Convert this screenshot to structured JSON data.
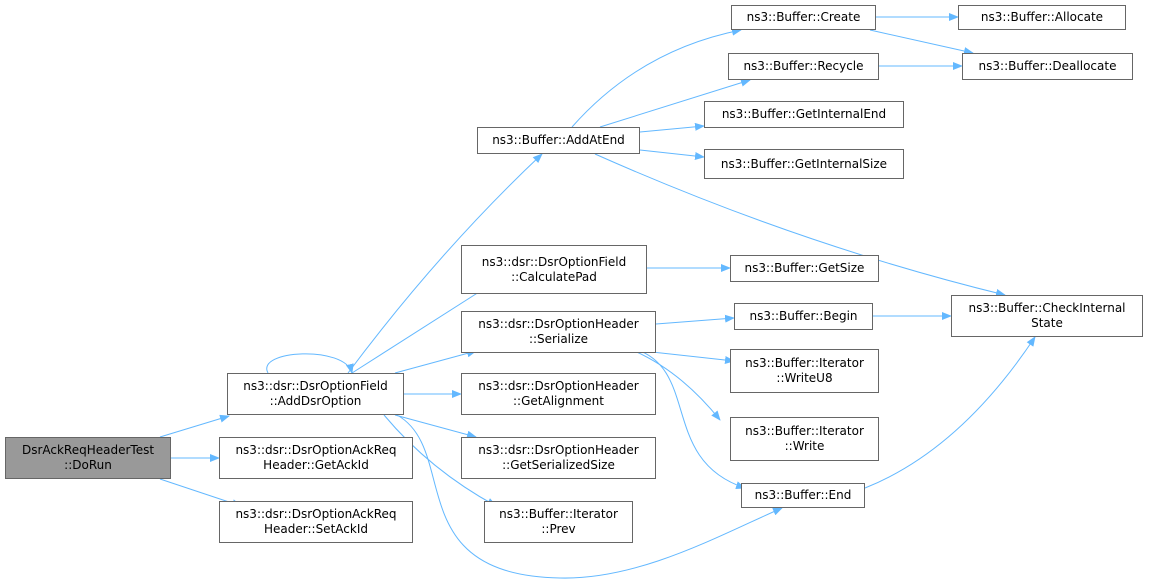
{
  "colors": {
    "edge": "#63b8ff",
    "node_border": "#666666",
    "root_fill": "#999999",
    "node_fill": "#ffffff"
  },
  "nodes": [
    {
      "id": "root",
      "lines": [
        "DsrAckReqHeaderTest",
        "::DoRun"
      ]
    },
    {
      "id": "addDsrOption",
      "lines": [
        "ns3::dsr::DsrOptionField",
        "::AddDsrOption"
      ]
    },
    {
      "id": "getAckId",
      "lines": [
        "ns3::dsr::DsrOptionAckReq",
        "Header::GetAckId"
      ]
    },
    {
      "id": "setAckId",
      "lines": [
        "ns3::dsr::DsrOptionAckReq",
        "Header::SetAckId"
      ]
    },
    {
      "id": "addAtEnd",
      "lines": [
        "ns3::Buffer::AddAtEnd"
      ]
    },
    {
      "id": "calculatePad",
      "lines": [
        "ns3::dsr::DsrOptionField",
        "::CalculatePad"
      ]
    },
    {
      "id": "serialize",
      "lines": [
        "ns3::dsr::DsrOptionHeader",
        "::Serialize"
      ]
    },
    {
      "id": "getAlignment",
      "lines": [
        "ns3::dsr::DsrOptionHeader",
        "::GetAlignment"
      ]
    },
    {
      "id": "getSerializedSize",
      "lines": [
        "ns3::dsr::DsrOptionHeader",
        "::GetSerializedSize"
      ]
    },
    {
      "id": "iterPrev",
      "lines": [
        "ns3::Buffer::Iterator",
        "::Prev"
      ]
    },
    {
      "id": "create",
      "lines": [
        "ns3::Buffer::Create"
      ]
    },
    {
      "id": "recycle",
      "lines": [
        "ns3::Buffer::Recycle"
      ]
    },
    {
      "id": "getInternalEnd",
      "lines": [
        "ns3::Buffer::GetInternalEnd"
      ]
    },
    {
      "id": "getInternalSize",
      "lines": [
        "ns3::Buffer::GetInternalSize"
      ]
    },
    {
      "id": "getSize",
      "lines": [
        "ns3::Buffer::GetSize"
      ]
    },
    {
      "id": "begin",
      "lines": [
        "ns3::Buffer::Begin"
      ]
    },
    {
      "id": "writeU8",
      "lines": [
        "ns3::Buffer::Iterator",
        "::WriteU8"
      ]
    },
    {
      "id": "write",
      "lines": [
        "ns3::Buffer::Iterator",
        "::Write"
      ]
    },
    {
      "id": "end",
      "lines": [
        "ns3::Buffer::End"
      ]
    },
    {
      "id": "allocate",
      "lines": [
        "ns3::Buffer::Allocate"
      ]
    },
    {
      "id": "deallocate",
      "lines": [
        "ns3::Buffer::Deallocate"
      ]
    },
    {
      "id": "checkInternalState",
      "lines": [
        "ns3::Buffer::CheckInternal",
        "State"
      ]
    }
  ],
  "edges": [
    [
      "root",
      "addDsrOption"
    ],
    [
      "root",
      "getAckId"
    ],
    [
      "root",
      "setAckId"
    ],
    [
      "addDsrOption",
      "addDsrOption"
    ],
    [
      "addDsrOption",
      "addAtEnd"
    ],
    [
      "addDsrOption",
      "calculatePad"
    ],
    [
      "addDsrOption",
      "serialize"
    ],
    [
      "addDsrOption",
      "getAlignment"
    ],
    [
      "addDsrOption",
      "getSerializedSize"
    ],
    [
      "addDsrOption",
      "iterPrev"
    ],
    [
      "addDsrOption",
      "end"
    ],
    [
      "addAtEnd",
      "create"
    ],
    [
      "addAtEnd",
      "recycle"
    ],
    [
      "addAtEnd",
      "getInternalEnd"
    ],
    [
      "addAtEnd",
      "getInternalSize"
    ],
    [
      "addAtEnd",
      "checkInternalState"
    ],
    [
      "create",
      "allocate"
    ],
    [
      "create",
      "deallocate"
    ],
    [
      "recycle",
      "deallocate"
    ],
    [
      "calculatePad",
      "getSize"
    ],
    [
      "serialize",
      "begin"
    ],
    [
      "serialize",
      "writeU8"
    ],
    [
      "serialize",
      "write"
    ],
    [
      "serialize",
      "end"
    ],
    [
      "begin",
      "checkInternalState"
    ],
    [
      "end",
      "checkInternalState"
    ]
  ]
}
